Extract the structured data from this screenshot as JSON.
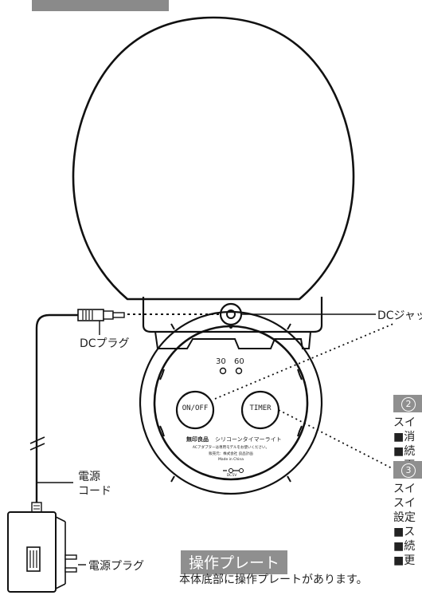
{
  "labels": {
    "dc_jack": "DCジャック",
    "dc_plug": "DCプラグ",
    "power_cord_line1": "電源",
    "power_cord_line2": "コード",
    "power_plug": "電源プラグ"
  },
  "plate": {
    "timer_30": "30",
    "timer_60": "60",
    "on_off": "ON/OFF",
    "timer": "TIMER",
    "brand": "無印良品",
    "product": "シリコーンタイマーライト",
    "note1": "ACアダプターは専用モデルをお使いください。",
    "note2": "販売元：株式会社 良品計画",
    "note3": "Made in China",
    "voltage": "DC5V"
  },
  "section": {
    "title": "操作プレート",
    "caption": "本体底部に操作プレートがあります。"
  },
  "callouts": [
    {
      "number": "2",
      "lines": [
        "スイ",
        "■消",
        "■続",
        "■更"
      ]
    },
    {
      "number": "3",
      "lines": [
        "スイ",
        "スイ",
        "設定",
        "■ス",
        "■続",
        "■更"
      ]
    }
  ]
}
